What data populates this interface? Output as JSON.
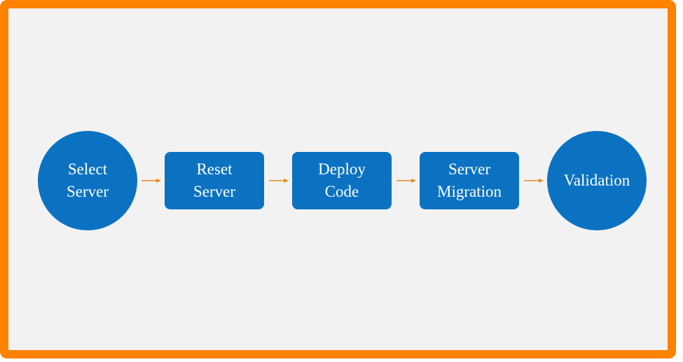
{
  "colors": {
    "border": "#ff8200",
    "node": "#0b72c2",
    "arrow": "#e8891e",
    "background": "#f2f2f2"
  },
  "steps": [
    {
      "line1": "Select",
      "line2": "Server",
      "shape": "circle"
    },
    {
      "line1": "Reset",
      "line2": "Server",
      "shape": "rect"
    },
    {
      "line1": "Deploy",
      "line2": "Code",
      "shape": "rect"
    },
    {
      "line1": "Server",
      "line2": "Migration",
      "shape": "rect"
    },
    {
      "line1": "Validation",
      "line2": "",
      "shape": "circle"
    }
  ]
}
